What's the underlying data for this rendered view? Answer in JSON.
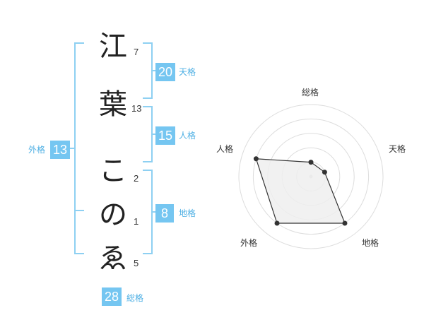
{
  "name": {
    "chars": [
      {
        "char": "江",
        "strokes": "7"
      },
      {
        "char": "葉",
        "strokes": "13"
      },
      {
        "char": "こ",
        "strokes": "2"
      },
      {
        "char": "の",
        "strokes": "1"
      },
      {
        "char": "ゑ",
        "strokes": "5"
      }
    ]
  },
  "kakusu": {
    "tenkaku": {
      "value": "20",
      "label": "天格"
    },
    "jinkaku": {
      "value": "15",
      "label": "人格"
    },
    "chikaku": {
      "value": "8",
      "label": "地格"
    },
    "gaikaku": {
      "value": "13",
      "label": "外格"
    },
    "soukaku": {
      "value": "28",
      "label": "総格"
    }
  },
  "chart_data": {
    "type": "radar",
    "axes": [
      "総格",
      "天格",
      "地格",
      "外格",
      "人格"
    ],
    "values": [
      1,
      1,
      4,
      4,
      4
    ],
    "max": 5,
    "rings": 5,
    "colors": {
      "fill": "#eeeeee",
      "line": "#333333",
      "grid": "#dddddd",
      "point": "#333333"
    }
  }
}
